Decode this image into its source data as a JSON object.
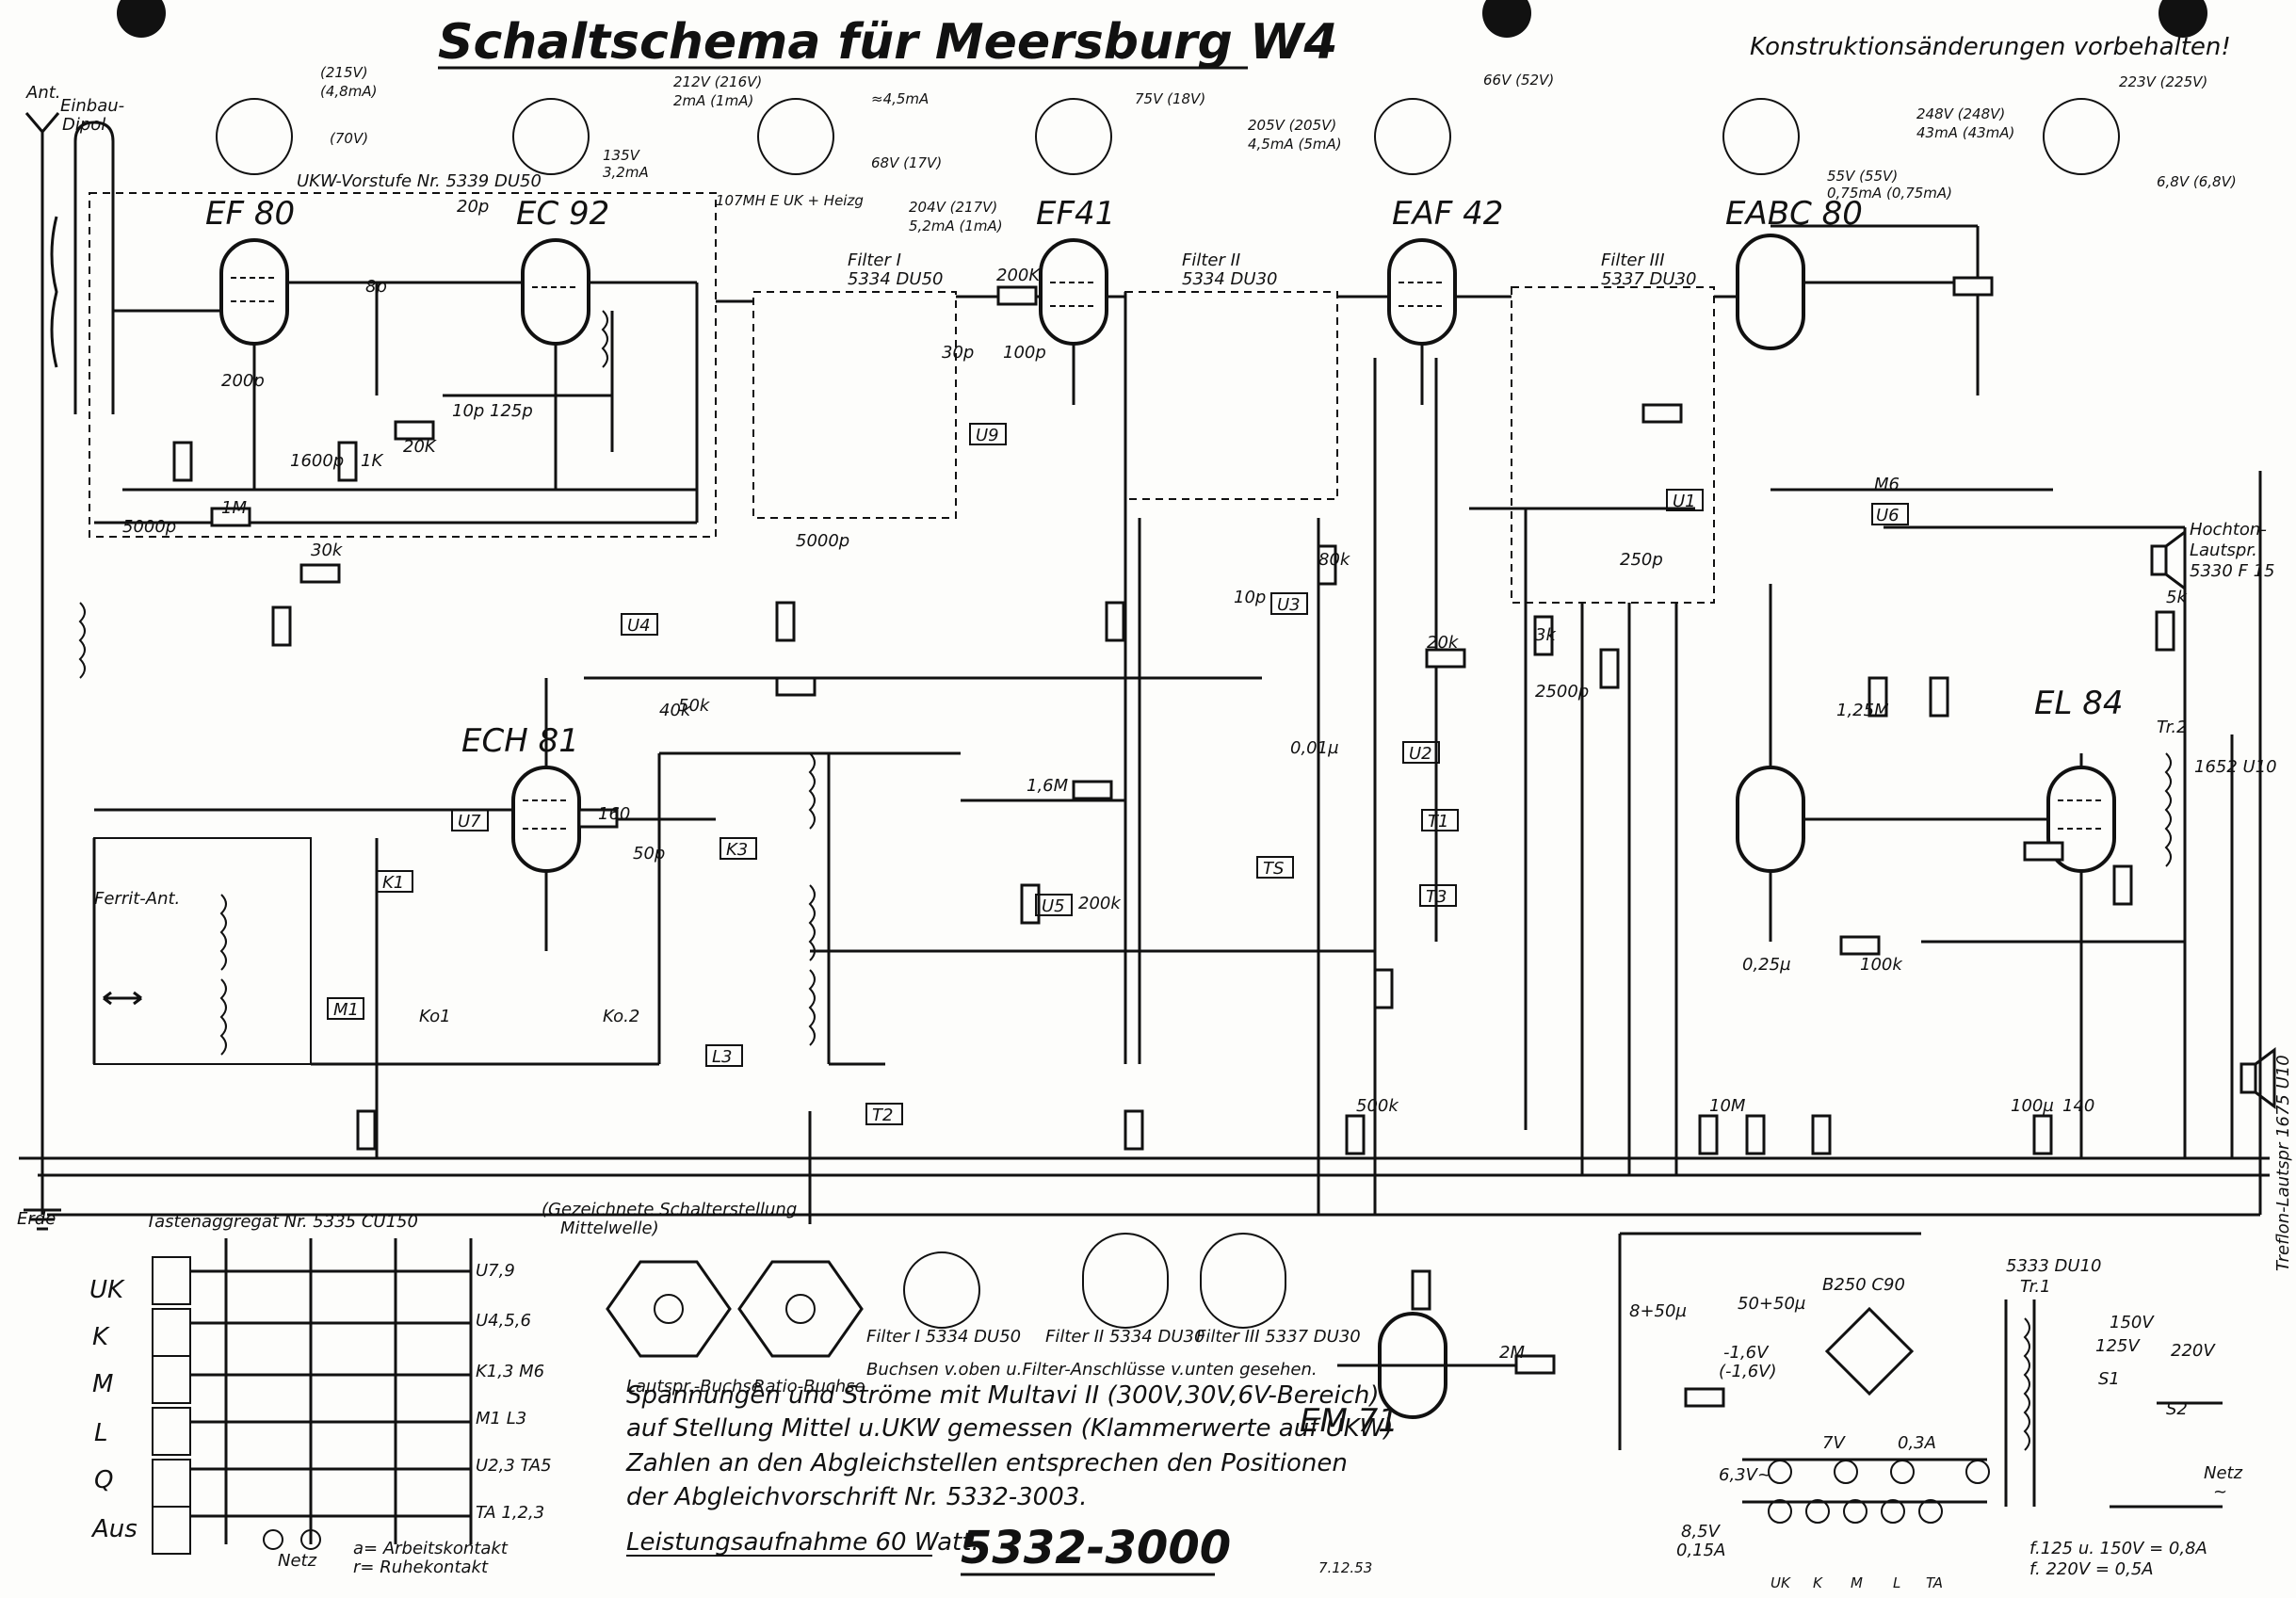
{
  "title": "Schaltschema für Meersburg W4",
  "notice": "Konstruktionsänderungen vorbehalten!",
  "document_number": "5332-3000",
  "power_consumption": "Leistungsaufnahme 60 Watt.",
  "signature": "7.12.53",
  "notes": [
    "Spannungen und Ströme mit Multavi II (300V,30V,6V-Bereich)",
    "auf Stellung Mittel u.UKW gemessen (Klammerwerte auf UKW)",
    "Zahlen an den Abgleichstellen entsprechen den Positionen",
    "der Abgleichvorschrift Nr. 5332-3003."
  ],
  "switch_position_note": [
    "(Gezeichnete Schalterstellung",
    "Mittelwelle)"
  ],
  "socket_note": "Buchsen v.oben u.Filter-Anschlüsse v.unten gesehen.",
  "antenna": {
    "ant": "Ant.",
    "dipole": [
      "Einbau-",
      "Dipol"
    ],
    "earth": "Erde",
    "ferrite": "Ferrit-Ant."
  },
  "tubes": [
    {
      "name": "EF 80"
    },
    {
      "name": "EC 92"
    },
    {
      "name": "EF41"
    },
    {
      "name": "EAF 42"
    },
    {
      "name": "EABC 80"
    },
    {
      "name": "ECH 81"
    },
    {
      "name": "EL 84"
    },
    {
      "name": "EM 71"
    }
  ],
  "stage_labels": {
    "ukw_vorstufe": "UKW-Vorstufe Nr. 5339 DU50",
    "filter1": [
      "Filter I",
      "5334 DU50"
    ],
    "filter2": [
      "Filter II",
      "5334 DU30"
    ],
    "filter3": [
      "Filter III",
      "5337 DU30"
    ],
    "switch_bank": "107MH E UK + Heizg",
    "loudspeaker_mid": [
      "Hochton-",
      "Lautspr.",
      "5330 F 15"
    ],
    "loudspeaker_treble": "Treflon-Lautspr 1675 U10",
    "output_transformer": [
      "Tr.2",
      "1652 U10"
    ],
    "mains_transformer": [
      "5333 DU10",
      "Tr.1"
    ],
    "rectifier": "B250 C90",
    "netz": [
      "Netz",
      "~"
    ]
  },
  "pinouts": [
    {
      "tube": "EF 80",
      "v1": "(215V)",
      "v2": "(4,8mA)",
      "v3": "(70V)",
      "v4": "135V",
      "v5": "3,2mA"
    },
    {
      "tube": "EF41",
      "v1": "212V (216V)",
      "v2": "2mA (1mA)",
      "v3": "≈4,5mA",
      "v4": "68V (17V)",
      "v5": "75V (18V)",
      "v6": "204V (217V)",
      "v7": "5,2mA (1mA)"
    },
    {
      "tube": "EAF 42",
      "v1": "66V (52V)",
      "v2": "205V (205V)",
      "v3": "4,5mA (5mA)"
    },
    {
      "tube": "EABC 80",
      "v1": "55V (55V)",
      "v2": "0,75mA (0,75mA)",
      "v3": "248V (248V)",
      "v4": "43mA (43mA)"
    },
    {
      "tube": "EL 84",
      "v1": "223V (225V)",
      "v2": "6,8V (6,8V)"
    }
  ],
  "switch_labels": [
    "U1",
    "U2",
    "U3",
    "U4",
    "U5",
    "U6",
    "U7",
    "U9",
    "K1",
    "K3",
    "M1",
    "M6",
    "T1",
    "T2",
    "T3",
    "TS",
    "L3",
    "Ko1",
    "Ko.2"
  ],
  "component_values": [
    "1M",
    "5000p",
    "30k",
    "20k",
    "1K",
    "200p",
    "20p",
    "8p",
    "10p",
    "125p",
    "1600p",
    "200K",
    "20K",
    "100p",
    "30p",
    "250p",
    "5000p",
    "3k",
    "80k",
    "10p",
    "1,6M",
    "200k",
    "40k",
    "50k",
    "1,25M",
    "100k",
    "0,25µ",
    "0,01µ",
    "50p",
    "160",
    "2500p",
    "2M",
    "500k",
    "10M",
    "5k",
    "140",
    "100µ"
  ],
  "key_panel": {
    "title": "Tastenaggregat Nr. 5335 CU150",
    "keys": [
      "UK",
      "K",
      "M",
      "L",
      "Q",
      "Aus"
    ],
    "contacts": [
      "U7,9",
      "U4,5,6",
      "K1,3 M6",
      "M1 L3",
      "U2,3 TA5",
      "TA 1,2,3"
    ],
    "legend": [
      "a= Arbeitskontakt",
      "r= Ruhekontakt"
    ],
    "netz": "Netz"
  },
  "sockets": [
    {
      "name": "Lautspr.-Buchse"
    },
    {
      "name": "Ratio-Buchse"
    }
  ],
  "filter_bottoms": [
    {
      "name": "Filter I 5334 DU50"
    },
    {
      "name": "Filter II 5334 DU30"
    },
    {
      "name": "Filter III 5337 DU30"
    }
  ],
  "power_supply": {
    "taps": [
      "150V",
      "125V",
      "220V"
    ],
    "switches": [
      "S1",
      "S2"
    ],
    "heater": [
      "7V",
      "0,3A",
      "6,3V~"
    ],
    "fuses": [
      "f.125 u. 150V = 0,8A",
      "f. 220V = 0,5A"
    ],
    "em71_rating": [
      "8,5V",
      "0,15A"
    ],
    "bias": [
      "-1,6V",
      "(-1,6V)"
    ],
    "elkos": [
      "8+50µ",
      "50+50µ"
    ],
    "lamp_keys": [
      "UK",
      "K",
      "M",
      "L",
      "TA"
    ]
  }
}
